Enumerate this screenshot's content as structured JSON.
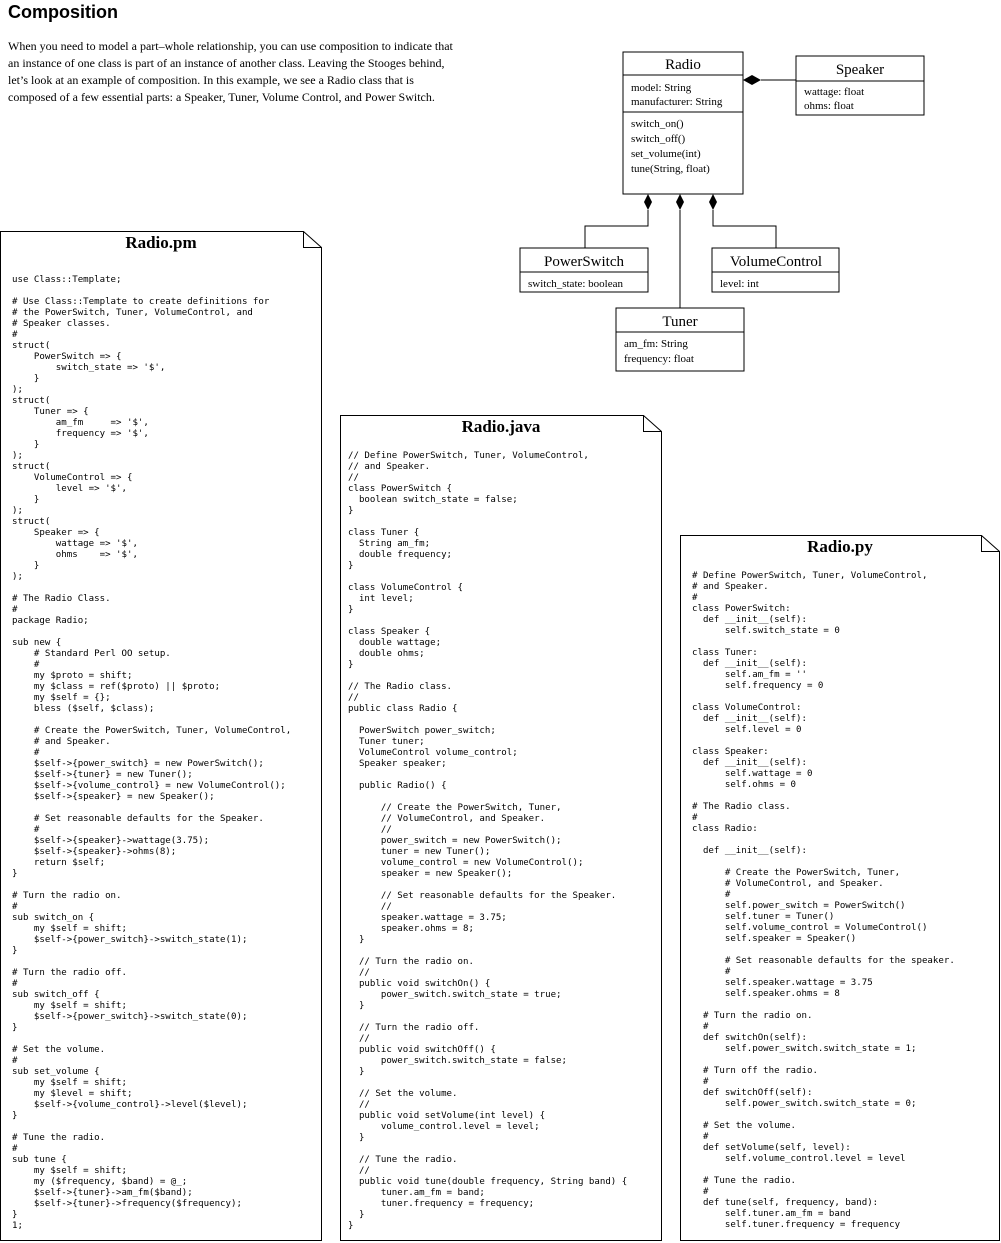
{
  "header": {
    "title": "Composition",
    "intro": "When you need to model a part–whole relationship, you can use composition to indicate that an instance of one class is part of an instance of another class. Leaving the Stooges behind, let’s look at an example of composition. In this example, we see a Radio class that is composed of a few essential parts: a Speaker, Tuner, Volume Control, and Power Switch."
  },
  "uml": {
    "radio": {
      "name": "Radio",
      "attributes": [
        "model: String",
        "manufacturer: String"
      ],
      "methods": [
        "switch_on()",
        "switch_off()",
        "set_volume(int)",
        "tune(String, float)"
      ]
    },
    "speaker": {
      "name": "Speaker",
      "attributes": [
        "wattage: float",
        "ohms: float"
      ]
    },
    "power_switch": {
      "name": "PowerSwitch",
      "attributes": [
        "switch_state: boolean"
      ]
    },
    "volume_control": {
      "name": "VolumeControl",
      "attributes": [
        "level: int"
      ]
    },
    "tuner": {
      "name": "Tuner",
      "attributes": [
        "am_fm: String",
        "frequency: float"
      ]
    }
  },
  "listings": {
    "perl": {
      "title": "Radio.pm",
      "code": "use Class::Template;\n\n# Use Class::Template to create definitions for\n# the PowerSwitch, Tuner, VolumeControl, and\n# Speaker classes.\n#\nstruct(\n    PowerSwitch => {\n        switch_state => '$',\n    }\n);\nstruct(\n    Tuner => {\n        am_fm     => '$',\n        frequency => '$',\n    }\n);\nstruct(\n    VolumeControl => {\n        level => '$',\n    }\n);\nstruct(\n    Speaker => {\n        wattage => '$',\n        ohms    => '$',\n    }\n);\n\n# The Radio Class.\n#\npackage Radio;\n\nsub new {\n    # Standard Perl OO setup.\n    #\n    my $proto = shift;\n    my $class = ref($proto) || $proto;\n    my $self = {};\n    bless ($self, $class);\n\n    # Create the PowerSwitch, Tuner, VolumeControl,\n    # and Speaker.\n    #\n    $self->{power_switch} = new PowerSwitch();\n    $self->{tuner} = new Tuner();\n    $self->{volume_control} = new VolumeControl();\n    $self->{speaker} = new Speaker();\n\n    # Set reasonable defaults for the Speaker.\n    #\n    $self->{speaker}->wattage(3.75);\n    $self->{speaker}->ohms(8);\n    return $self;\n}\n\n# Turn the radio on.\n#\nsub switch_on {\n    my $self = shift;\n    $self->{power_switch}->switch_state(1);\n}\n\n# Turn the radio off.\n#\nsub switch_off {\n    my $self = shift;\n    $self->{power_switch}->switch_state(0);\n}\n\n# Set the volume.\n#\nsub set_volume {\n    my $self = shift;\n    my $level = shift;\n    $self->{volume_control}->level($level);\n}\n\n# Tune the radio.\n#\nsub tune {\n    my $self = shift;\n    my ($frequency, $band) = @_;\n    $self->{tuner}->am_fm($band);\n    $self->{tuner}->frequency($frequency);\n}\n1;"
    },
    "java": {
      "title": "Radio.java",
      "code": "// Define PowerSwitch, Tuner, VolumeControl,\n// and Speaker.\n//\nclass PowerSwitch {\n  boolean switch_state = false;\n}\n\nclass Tuner {\n  String am_fm;\n  double frequency;\n}\n\nclass VolumeControl {\n  int level;\n}\n\nclass Speaker {\n  double wattage;\n  double ohms;\n}\n\n// The Radio class.\n//\npublic class Radio {\n\n  PowerSwitch power_switch;\n  Tuner tuner;\n  VolumeControl volume_control;\n  Speaker speaker;\n\n  public Radio() {\n\n      // Create the PowerSwitch, Tuner,\n      // VolumeControl, and Speaker.\n      //\n      power_switch = new PowerSwitch();\n      tuner = new Tuner();\n      volume_control = new VolumeControl();\n      speaker = new Speaker();\n\n      // Set reasonable defaults for the Speaker.\n      //\n      speaker.wattage = 3.75;\n      speaker.ohms = 8;\n  }\n\n  // Turn the radio on.\n  //\n  public void switchOn() {\n      power_switch.switch_state = true;\n  }\n\n  // Turn the radio off.\n  //\n  public void switchOff() {\n      power_switch.switch_state = false;\n  }\n\n  // Set the volume.\n  //\n  public void setVolume(int level) {\n      volume_control.level = level;\n  }\n\n  // Tune the radio.\n  //\n  public void tune(double frequency, String band) {\n      tuner.am_fm = band;\n      tuner.frequency = frequency;\n  }\n}"
    },
    "python": {
      "title": "Radio.py",
      "code": "# Define PowerSwitch, Tuner, VolumeControl,\n# and Speaker.\n#\nclass PowerSwitch:\n  def __init__(self):\n      self.switch_state = 0\n\nclass Tuner:\n  def __init__(self):\n      self.am_fm = ''\n      self.frequency = 0\n\nclass VolumeControl:\n  def __init__(self):\n      self.level = 0\n\nclass Speaker:\n  def __init__(self):\n      self.wattage = 0\n      self.ohms = 0\n\n# The Radio class.\n#\nclass Radio:\n\n  def __init__(self):\n\n      # Create the PowerSwitch, Tuner,\n      # VolumeControl, and Speaker.\n      #\n      self.power_switch = PowerSwitch()\n      self.tuner = Tuner()\n      self.volume_control = VolumeControl()\n      self.speaker = Speaker()\n\n      # Set reasonable defaults for the speaker.\n      #\n      self.speaker.wattage = 3.75\n      self.speaker.ohms = 8\n\n  # Turn the radio on.\n  #\n  def switchOn(self):\n      self.power_switch.switch_state = 1;\n\n  # Turn off the radio.\n  #\n  def switchOff(self):\n      self.power_switch.switch_state = 0;\n\n  # Set the volume.\n  #\n  def setVolume(self, level):\n      self.volume_control.level = level\n\n  # Tune the radio.\n  #\n  def tune(self, frequency, band):\n      self.tuner.am_fm = band\n      self.tuner.frequency = frequency"
    }
  }
}
